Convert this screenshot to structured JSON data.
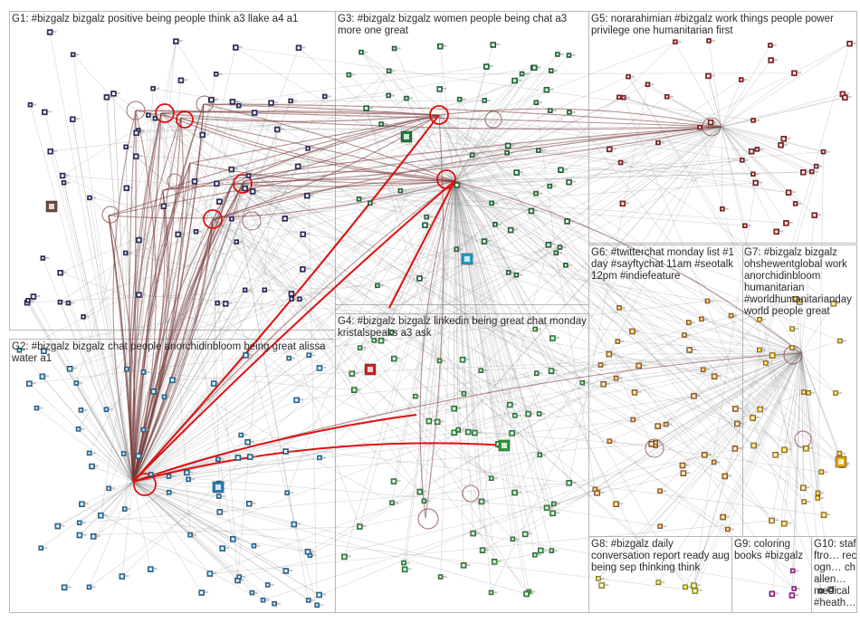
{
  "groups": [
    {
      "id": "G1",
      "label": "G1: #bizgalz bizgalz positive being people think a3 llake a4 a1",
      "color": "#2b2b6e"
    },
    {
      "id": "G2",
      "label": "G2: #bizgalz bizgalz chat people anorchidinbloom being great alissa water a1",
      "color": "#1f7fbf"
    },
    {
      "id": "G3",
      "label": "G3: #bizgalz bizgalz women people being chat a3 more one great",
      "color": "#1e7a3a"
    },
    {
      "id": "G4",
      "label": "G4: #bizgalz bizgalz linkedin being great chat monday kristalspeaks a3 ask",
      "color": "#2e9a3e"
    },
    {
      "id": "G5",
      "label": "G5: norarahimian #bizgalz work things people power privilege one humanitarian first",
      "color": "#9e1a1a"
    },
    {
      "id": "G6",
      "label": "G6: #twitterchat monday list #1 day #sayftychat 11am #seotalk 12pm #indiefeature",
      "color": "#d07a10"
    },
    {
      "id": "G7",
      "label": "G7: #bizgalz bizgalz ohshewentglobal work anorchidinbloom humanitarian #worldhumanitarianday world people great",
      "color": "#d9a400"
    },
    {
      "id": "G8",
      "label": "G8: #bizgalz daily conversation report ready aug being sep thinking think",
      "color": "#c9c000"
    },
    {
      "id": "G9",
      "label": "G9: coloring books #bizgalz",
      "color": "#c01aa0"
    },
    {
      "id": "G10",
      "label": "G10: stafftro… recogn… challen… medical #heath…",
      "color": "#555555"
    }
  ],
  "icons": {
    "node": "square-node-icon",
    "hub": "circle-hub-icon"
  }
}
